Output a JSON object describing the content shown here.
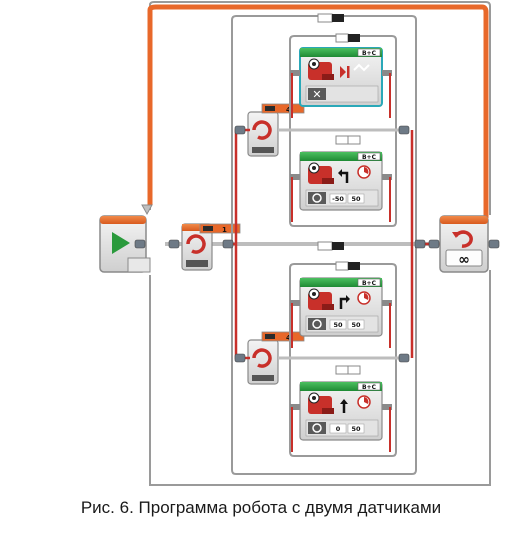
{
  "caption": "Рис. 6. Программа робота с двумя датчиками",
  "loop": {
    "counter_label": "∞"
  },
  "outer_switch": {
    "port": "1"
  },
  "upper_switch": {
    "port": "4"
  },
  "lower_switch": {
    "port": "4"
  },
  "blocks": {
    "upper_true": {
      "ports": "B+C",
      "values": []
    },
    "upper_false": {
      "ports": "B+C",
      "values": [
        "-50",
        "50"
      ]
    },
    "lower_true": {
      "ports": "B+C",
      "values": [
        "50",
        "50"
      ]
    },
    "lower_false": {
      "ports": "B+C",
      "values": [
        "0",
        "50"
      ]
    }
  },
  "colors": {
    "flow_orange": "#e8682a",
    "wire_red": "#c8302a",
    "frame_gray": "#8a8a8a",
    "move_green": "#1e9e3a",
    "start_green": "#2a9a3c",
    "teal_outline": "#2aa8b8"
  }
}
